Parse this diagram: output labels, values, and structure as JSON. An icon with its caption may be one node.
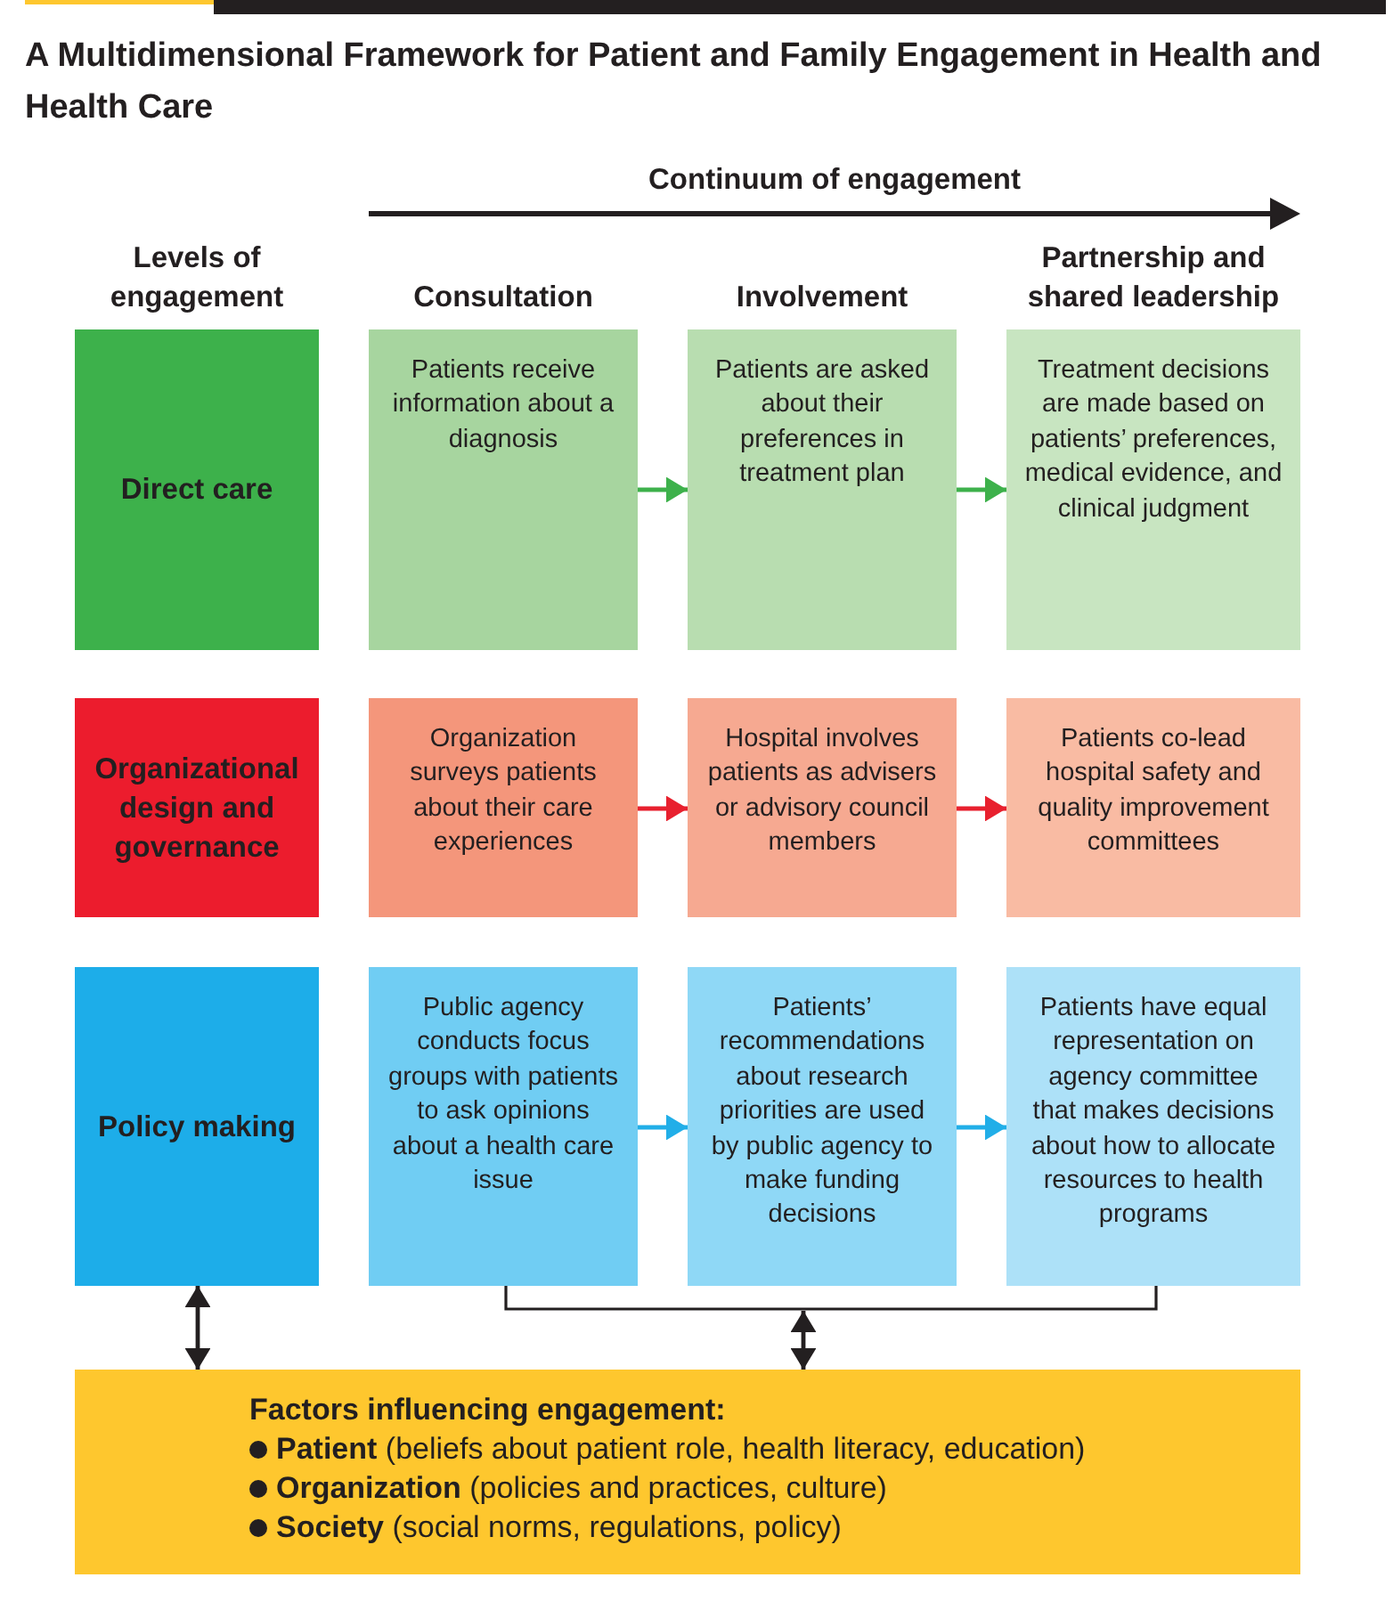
{
  "diagram": {
    "title": "A Multidimensional Framework for Patient and Family Engagement in Health and Health Care",
    "nodes": [
      {
        "text": [
          "Direct care"
        ]
      },
      {
        "text": [
          "Patients receive information about a diagnosis"
        ]
      },
      {
        "text": [
          "Patients are asked about their preferences in treatment plan"
        ]
      },
      {
        "text": [
          "Treatment decisions are made based on patients’ preferences, medical evidence, and clinical judgment"
        ]
      },
      {
        "text": [
          "Organizational design and governance"
        ]
      },
      {
        "text": [
          "Organization surveys patients about their care experiences"
        ]
      },
      {
        "text": [
          "Hospital involves patients as advisers or advisory council members"
        ]
      },
      {
        "text": [
          "Patients co-lead hospital safety and quality improvement committees"
        ]
      },
      {
        "text": [
          "Policy making"
        ]
      },
      {
        "text": [
          "Public agency conducts focus groups with patients to ask opinions about a health care issue"
        ]
      },
      {
        "text": [
          "Patients’ recommendations about research priorities are used by public agency to make funding decisions"
        ]
      },
      {
        "text": [
          "Patients have equal representation on agency committee that makes decisions about how to allocate resources to health programs"
        ]
      },
      {
        "text": [],
        "shape": "bracket"
      },
      {
        "text": [
          "Factors influencing engagement:",
          "**Patient** (beliefs about patient role, health literacy, education)",
          "**Organization** (policies and practices, culture)",
          "**Society** (social norms, regulations, policy)"
        ]
      }
    ],
    "edges": [
      {
        "from": 1,
        "to": 2,
        "arrow": "to",
        "color": "#3db14b"
      },
      {
        "from": 2,
        "to": 3,
        "arrow": "to",
        "color": "#3db14b"
      },
      {
        "from": 5,
        "to": 6,
        "arrow": "to",
        "color": "#e8202e"
      },
      {
        "from": 6,
        "to": 7,
        "arrow": "to",
        "color": "#e8202e"
      },
      {
        "from": 9,
        "to": 10,
        "arrow": "to",
        "color": "#21aee8"
      },
      {
        "from": 10,
        "to": 11,
        "arrow": "to",
        "color": "#21aee8"
      },
      {
        "from": 8,
        "to": 13,
        "arrow": "both",
        "color": "#231f20"
      },
      {
        "from": 12,
        "to": 13,
        "arrow": "both",
        "color": "#231f20"
      }
    ],
    "labels": [
      "Continuum of engagement",
      "Levels of engagement",
      "Consultation",
      "Involvement",
      "Partnership and shared leadership"
    ]
  }
}
